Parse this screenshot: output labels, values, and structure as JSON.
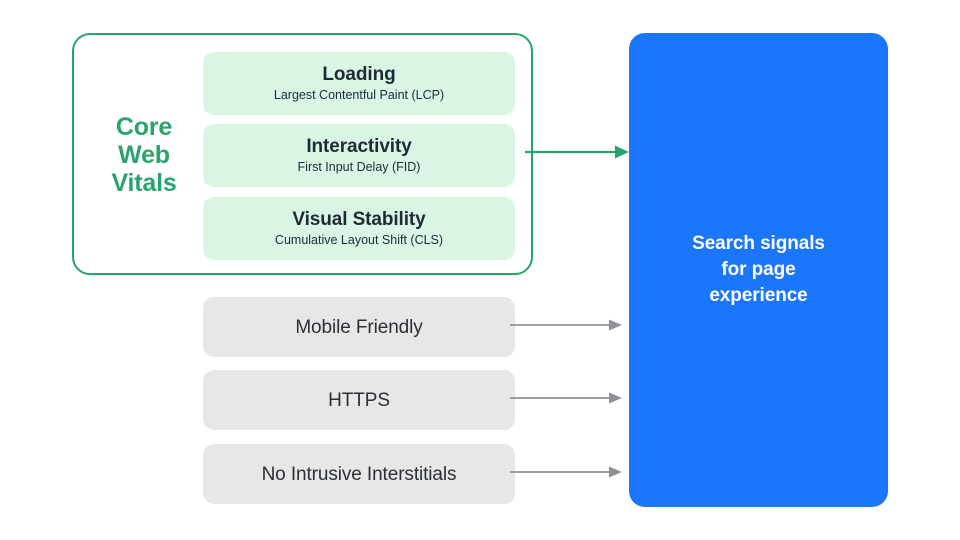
{
  "diagram": {
    "title_group": {
      "name": "Core Web Vitals",
      "label": "Core\nWeb\nVitals",
      "border_color": "#29a36c",
      "text_color": "#2aa36d"
    },
    "core_web_vitals": [
      {
        "title": "Loading",
        "subtitle": "Largest Contentful Paint (LCP)",
        "abbr": "LCP"
      },
      {
        "title": "Interactivity",
        "subtitle": "First Input Delay (FID)",
        "abbr": "FID"
      },
      {
        "title": "Visual Stability",
        "subtitle": "Cumulative Layout Shift (CLS)",
        "abbr": "CLS"
      }
    ],
    "other_signals": [
      {
        "label": "Mobile Friendly"
      },
      {
        "label": "HTTPS"
      },
      {
        "label": "No Intrusive Interstitials"
      }
    ],
    "destination": {
      "label": "Search signals\nfor page\nexperience"
    },
    "arrows": [
      {
        "name": "arrow-core-web-vitals-to-destination",
        "color": "#2aa36d"
      },
      {
        "name": "arrow-mobile-friendly-to-destination",
        "color": "#8d9196"
      },
      {
        "name": "arrow-https-to-destination",
        "color": "#8d9196"
      },
      {
        "name": "arrow-no-intrusive-interstitials-to-destination",
        "color": "#8d9196"
      }
    ],
    "colors": {
      "mint_card": "#d8f6e3",
      "gray_card": "#e7e7e7",
      "blue_box": "#1b76fb",
      "green_accent": "#2aa36d",
      "gray_arrow": "#8d9196",
      "text_dark": "#1f2a37",
      "background": "#ffffff"
    }
  }
}
